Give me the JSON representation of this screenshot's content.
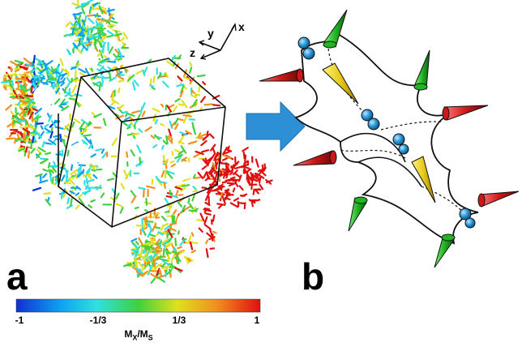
{
  "panels": {
    "a_label": "a",
    "b_label": "b"
  },
  "axes": {
    "x": "x",
    "y": "y",
    "z": "z"
  },
  "colorbar": {
    "ticks": [
      "-1",
      "-1/3",
      "1/3",
      "1"
    ],
    "tick_values": [
      -1,
      -0.3333,
      0.3333,
      1
    ],
    "range": [
      -1,
      1
    ],
    "title_main": "M",
    "title_sub1": "X",
    "title_sep": "/M",
    "title_sub2": "S",
    "colors": [
      "#1030d0",
      "#10a0f0",
      "#30e0e0",
      "#40d040",
      "#e0e020",
      "#f09020",
      "#e01010"
    ]
  },
  "arrow_colors": {
    "blue": "#2a9ad8",
    "green": "#22b422",
    "red": "#cc1818",
    "yellow": "#e8c818",
    "big_arrow": "#2d8fd6"
  }
}
